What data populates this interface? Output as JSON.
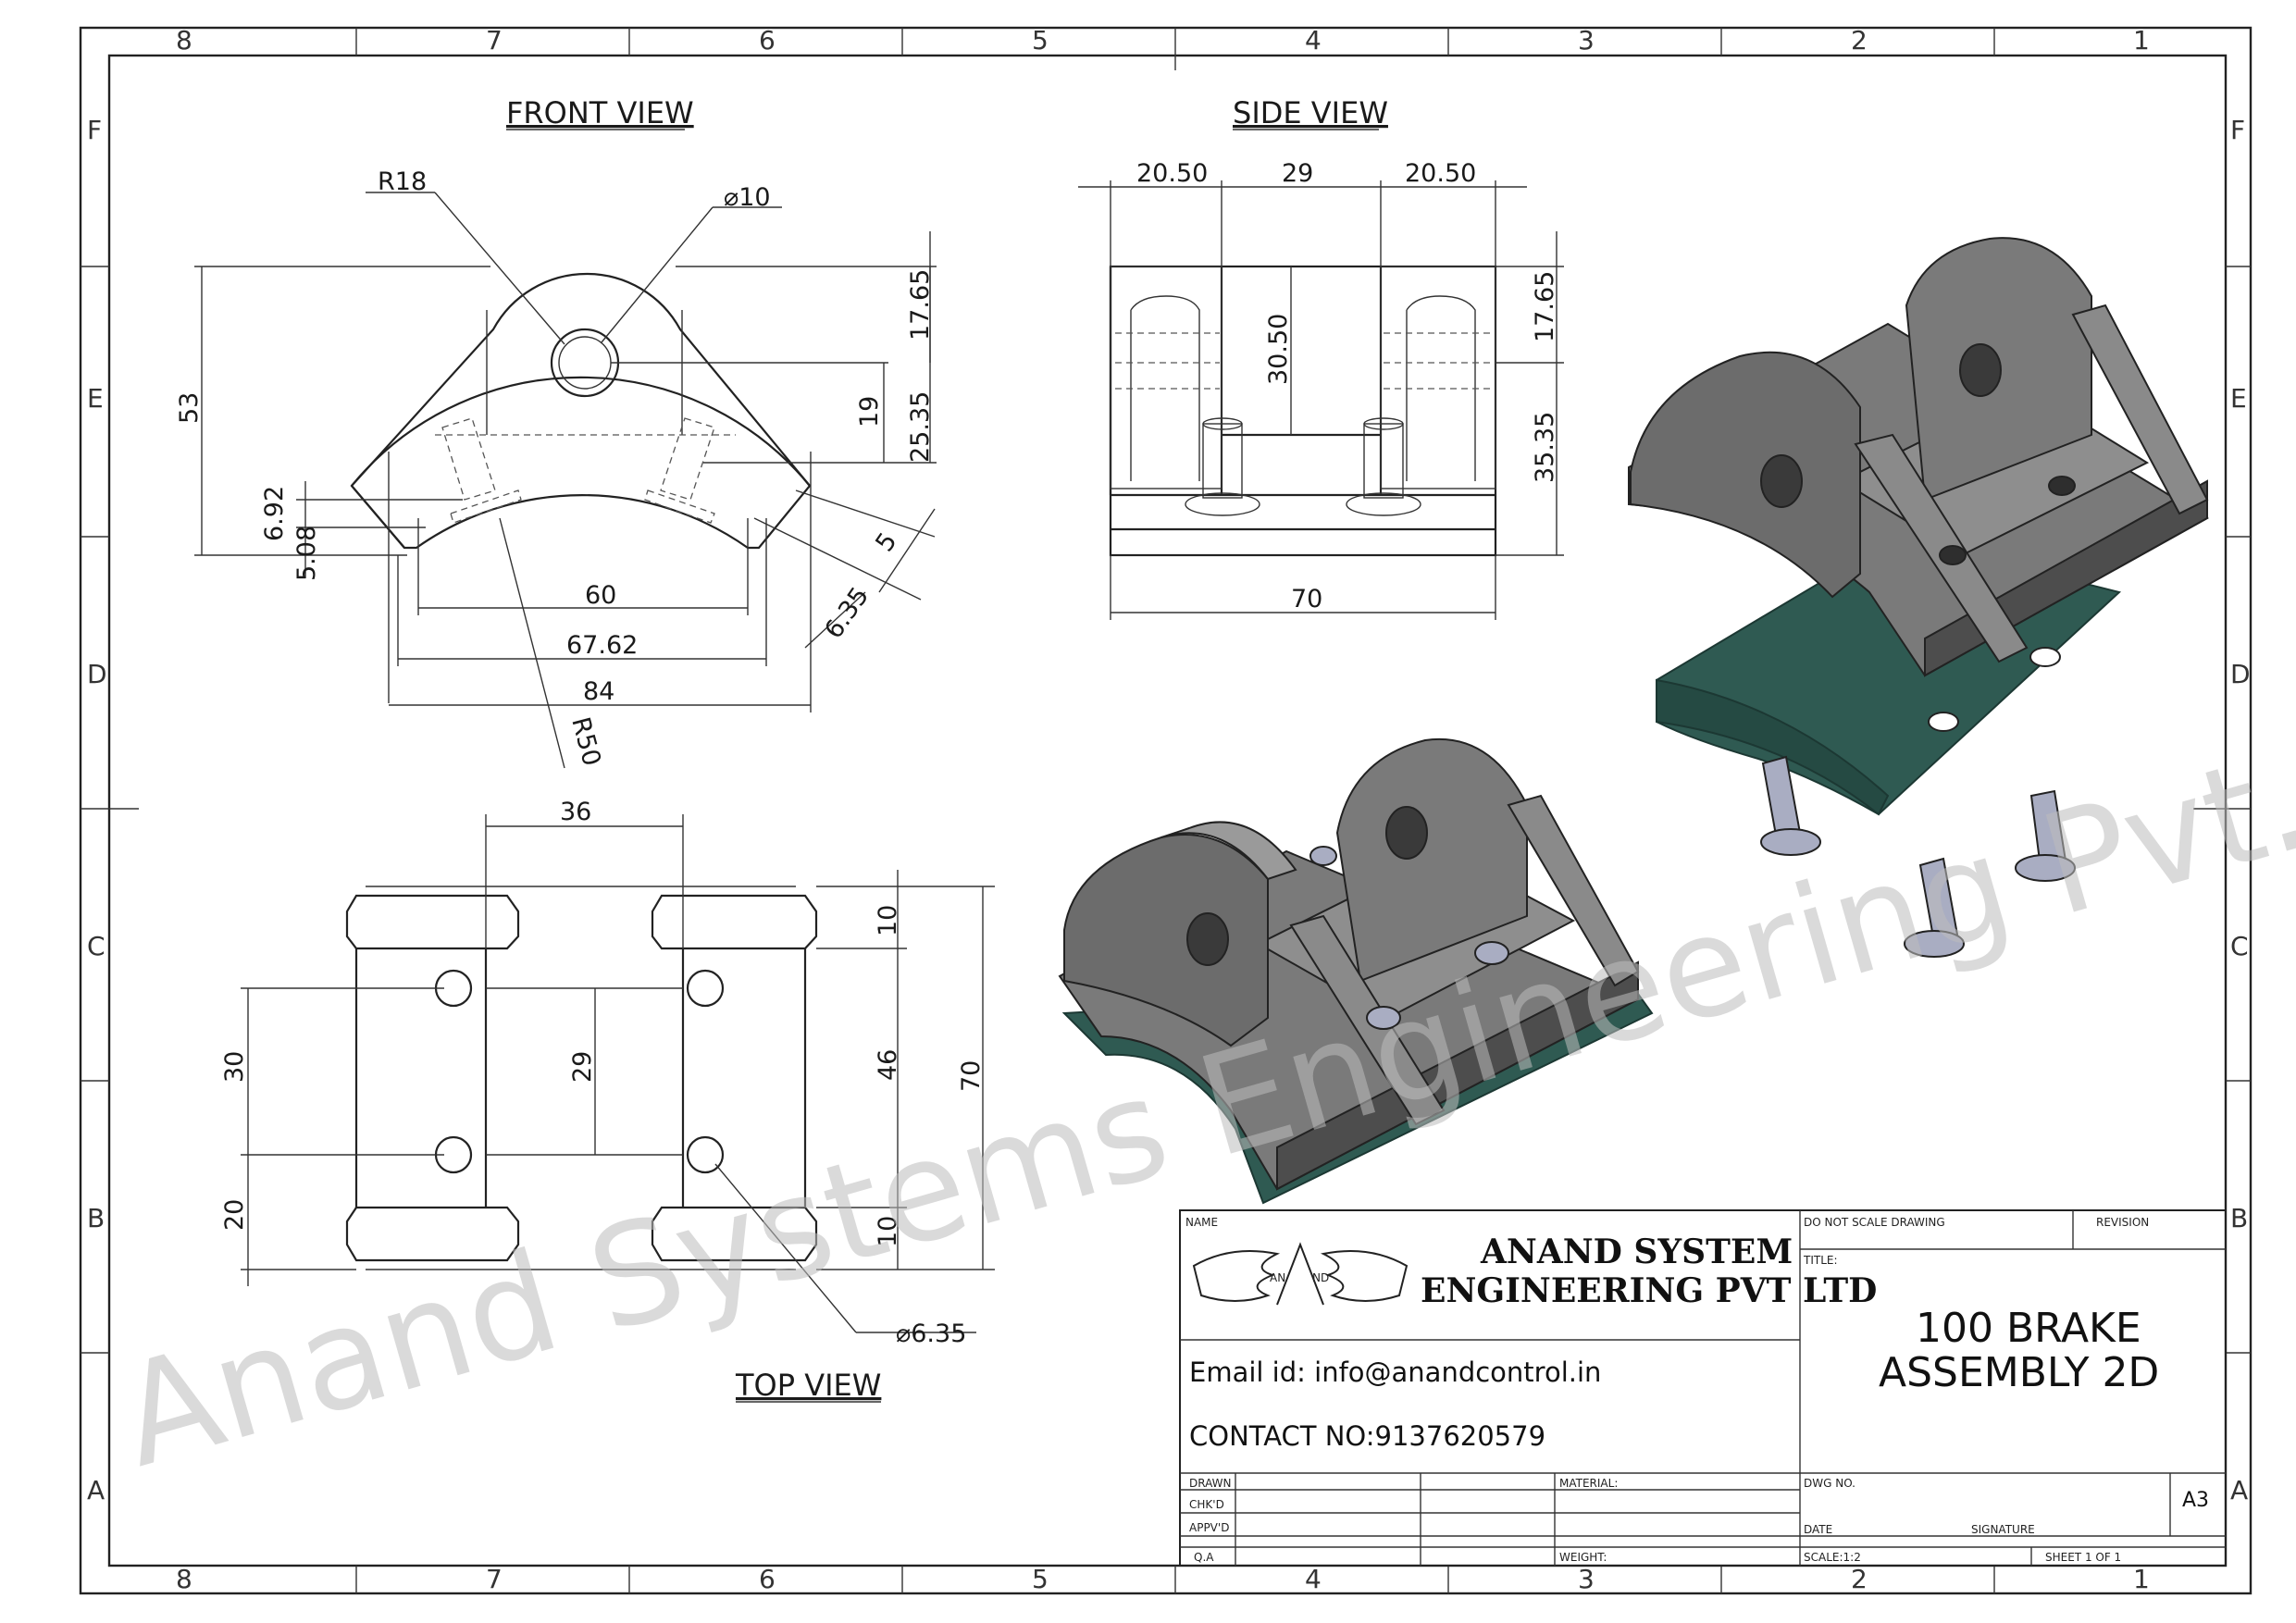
{
  "sheet": {
    "zones_top": [
      "8",
      "7",
      "6",
      "5",
      "4",
      "3",
      "2",
      "1"
    ],
    "zones_side": [
      "F",
      "E",
      "D",
      "C",
      "B",
      "A"
    ]
  },
  "views": {
    "front": "FRONT VIEW",
    "side": "SIDE VIEW",
    "top": "TOP VIEW"
  },
  "dimensions": {
    "front": {
      "r18": "R18",
      "dia10": "⌀10",
      "d53": "53",
      "d17_65": "17.65",
      "d19": "19",
      "d25_35": "25.35",
      "d6_92": "6.92",
      "d5_08": "5.08",
      "d60": "60",
      "d67_62": "67.62",
      "d84": "84",
      "r50": "R50",
      "d5": "5",
      "d6_35": "6.35"
    },
    "side": {
      "d20_50a": "20.50",
      "d29": "29",
      "d20_50b": "20.50",
      "d30_50": "30.50",
      "d17_65": "17.65",
      "d35_35": "35.35",
      "d70": "70"
    },
    "top": {
      "d36": "36",
      "d10a": "10",
      "d46": "46",
      "d70": "70",
      "d10b": "10",
      "d30": "30",
      "d29": "29",
      "d20": "20",
      "dia6_35": "⌀6.35"
    }
  },
  "watermark": "Anand Systems Engineering Pvt. Ltd.",
  "title_block": {
    "name_label": "NAME",
    "company_line1": "ANAND SYSTEM",
    "company_line2": "ENGINEERING PVT LTD",
    "logo_letters": [
      "AN",
      "ND"
    ],
    "email": "Email id: info@anandcontrol.in",
    "contact": "CONTACT NO:9137620579",
    "do_not_scale": "DO NOT SCALE DRAWING",
    "revision": "REVISION",
    "title_label": "TITLE:",
    "title_line1": "100 BRAKE",
    "title_line2": "ASSEMBLY 2D",
    "drawn": "DRAWN",
    "chkd": "CHK'D",
    "appvd": "APPV'D",
    "qa": "Q.A",
    "material": "MATERIAL:",
    "weight": "WEIGHT:",
    "dwg_no": "DWG NO.",
    "date": "DATE",
    "signature": "SIGNATURE",
    "size": "A3",
    "scale": "SCALE:1:2",
    "sheet": "SHEET 1 OF 1"
  },
  "colors": {
    "part_face_light": "#8c8c8c",
    "part_face_mid": "#6f6f6f",
    "part_face_dark": "#4a4a4a",
    "lining": "#2f5a52",
    "rivet": "#a9adc2"
  }
}
